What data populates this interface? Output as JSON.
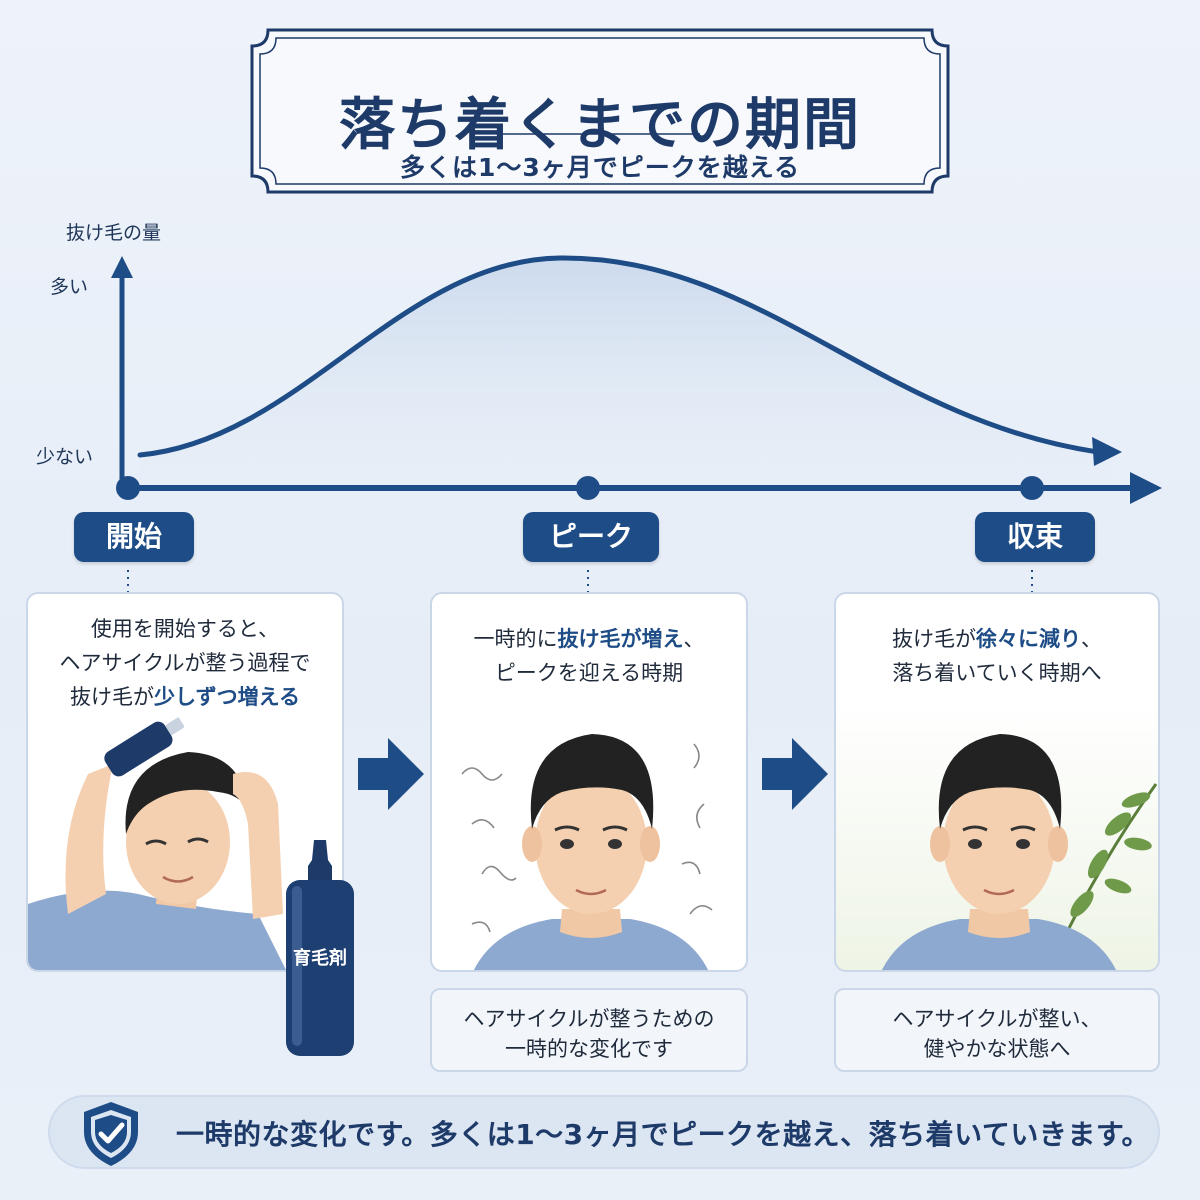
{
  "title": {
    "main": "落ち着くまでの期間",
    "sub": "多くは1～3ヶ月でピークを越える"
  },
  "axis": {
    "y_label": "抜け毛の量",
    "high": "多い",
    "low": "少ない"
  },
  "stages": [
    {
      "label": "開始",
      "lines": [
        "使用を開始すると、",
        "ヘアサイクルが整う過程で"
      ],
      "line3_prefix": "抜け毛が",
      "line3_highlight": "少しずつ増える",
      "bottle_label": "育毛剤"
    },
    {
      "label": "ピーク",
      "line1_prefix": "一時的に",
      "line1_highlight": "抜け毛が増え",
      "line1_suffix": "、",
      "line2": "ピークを迎える時期",
      "note_lines": [
        "ヘアサイクルが整うための",
        "一時的な変化です"
      ]
    },
    {
      "label": "収束",
      "line1_prefix": "抜け毛が",
      "line1_highlight": "徐々に減り",
      "line1_suffix": "、",
      "line2": "落ち着いていく時期へ",
      "note_lines": [
        "ヘアサイクルが整い、",
        "健やかな状態へ"
      ]
    }
  ],
  "footer": {
    "text": "一時的な変化です。多くは1～3ヶ月でピークを越え、落ち着いていきます。"
  },
  "colors": {
    "navy": "#1e4c86",
    "title_navy": "#1e3a68",
    "card_border": "#cad7e8",
    "leaf_green": "#6f9a4a"
  }
}
